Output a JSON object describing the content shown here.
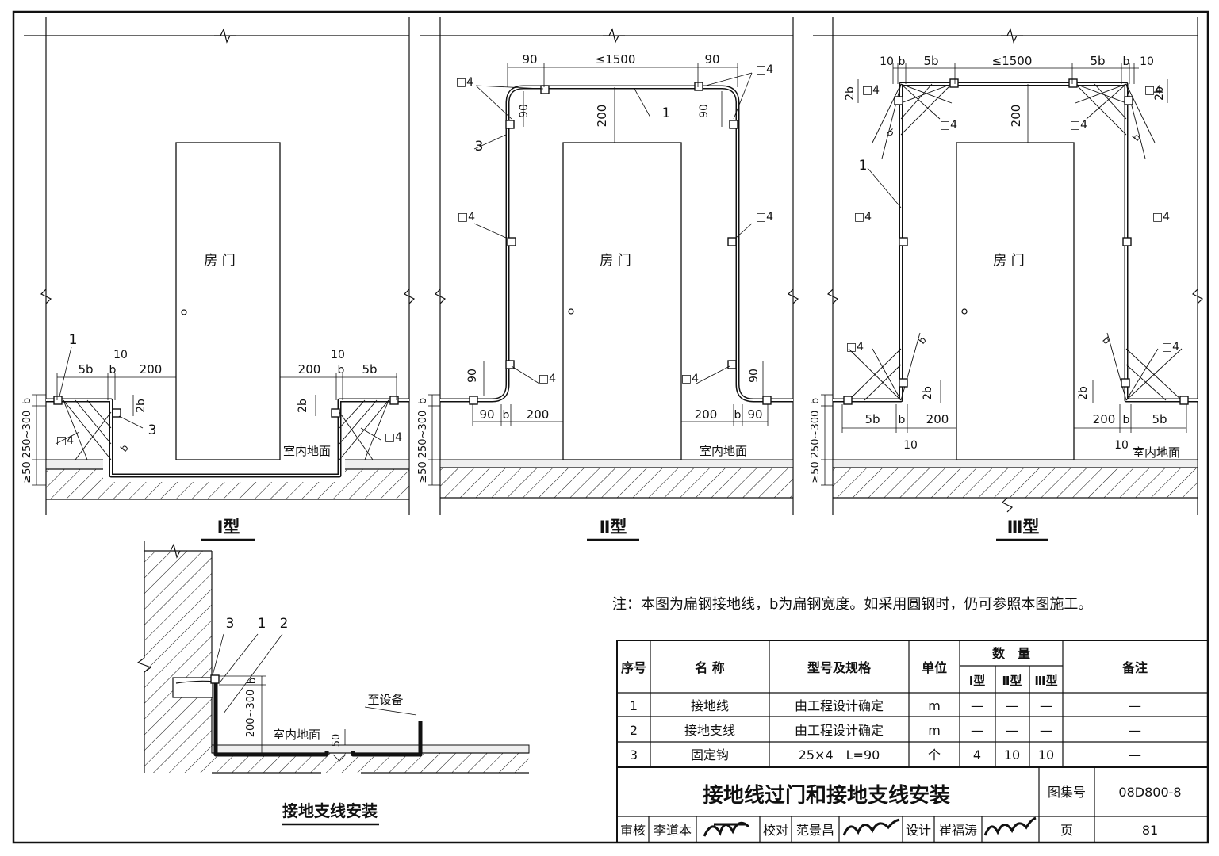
{
  "panels": {
    "type1": {
      "title": "Ⅰ型",
      "door_label": "房 门",
      "floor_label": "室内地面",
      "left_dims": [
        "5b",
        "b",
        "10",
        "200"
      ],
      "right_dims": [
        "200",
        "b",
        "10",
        "5b"
      ],
      "side_dims": [
        "b",
        "250~300",
        "≥50"
      ],
      "dim_2b": "2b",
      "dim_b": "b",
      "callouts": [
        "1",
        "3"
      ],
      "weld_mark": "□4"
    },
    "type2": {
      "title": "Ⅱ型",
      "door_label": "房 门",
      "floor_label": "室内地面",
      "top_dims": [
        "90",
        "≤1500",
        "90"
      ],
      "dim_200": "200",
      "dim_90": "90",
      "bottom_left_dims": [
        "90",
        "b",
        "200"
      ],
      "bottom_right_dims": [
        "200",
        "b",
        "90"
      ],
      "side_dims": [
        "b",
        "250~300",
        "≥50"
      ],
      "callouts": [
        "1",
        "3"
      ],
      "weld_mark": "□4"
    },
    "type3": {
      "title": "Ⅲ型",
      "door_label": "房 门",
      "floor_label": "室内地面",
      "top_dims": [
        "10",
        "b",
        "5b",
        "≤1500",
        "5b",
        "b",
        "10"
      ],
      "dim_200": "200",
      "dim_2b": "2b",
      "dim_b": "b",
      "bottom_left_dims": [
        "5b",
        "b",
        "200"
      ],
      "bottom_right_dims": [
        "200",
        "b",
        "5b"
      ],
      "bottom_10": "10",
      "side_dims": [
        "b",
        "250~300",
        "≥50"
      ],
      "callouts": [
        "1"
      ],
      "weld_mark": "□4"
    }
  },
  "detail": {
    "title": "接地支线安装",
    "callouts": [
      "3",
      "1",
      "2"
    ],
    "floor_label": "室内地面",
    "to_equipment": "至设备",
    "dim_b": "b",
    "dim_range": "200~300",
    "dim_50": "50"
  },
  "note": "注：本图为扁钢接地线，b为扁钢宽度。如采用圆钢时，仍可参照本图施工。",
  "table": {
    "headers": {
      "no": "序号",
      "name": "名 称",
      "spec": "型号及规格",
      "unit": "单位",
      "qty": "数　量",
      "qty_types": [
        "Ⅰ型",
        "Ⅱ型",
        "Ⅲ型"
      ],
      "remark": "备注"
    },
    "rows": [
      {
        "no": "1",
        "name": "接地线",
        "spec": "由工程设计确定",
        "unit": "m",
        "q1": "—",
        "q2": "—",
        "q3": "—",
        "remark": "—"
      },
      {
        "no": "2",
        "name": "接地支线",
        "spec": "由工程设计确定",
        "unit": "m",
        "q1": "—",
        "q2": "—",
        "q3": "—",
        "remark": "—"
      },
      {
        "no": "3",
        "name": "固定钩",
        "spec": "25×4　L=90",
        "unit": "个",
        "q1": "4",
        "q2": "10",
        "q3": "10",
        "remark": "—"
      }
    ]
  },
  "title_block": {
    "title": "接地线过门和接地支线安装",
    "atlas_label": "图集号",
    "atlas_no": "08D800-8",
    "review_label": "审核",
    "reviewer": "李道本",
    "check_label": "校对",
    "checker": "范景昌",
    "design_label": "设计",
    "designer": "崔福涛",
    "page_label": "页",
    "page_no": "81"
  }
}
